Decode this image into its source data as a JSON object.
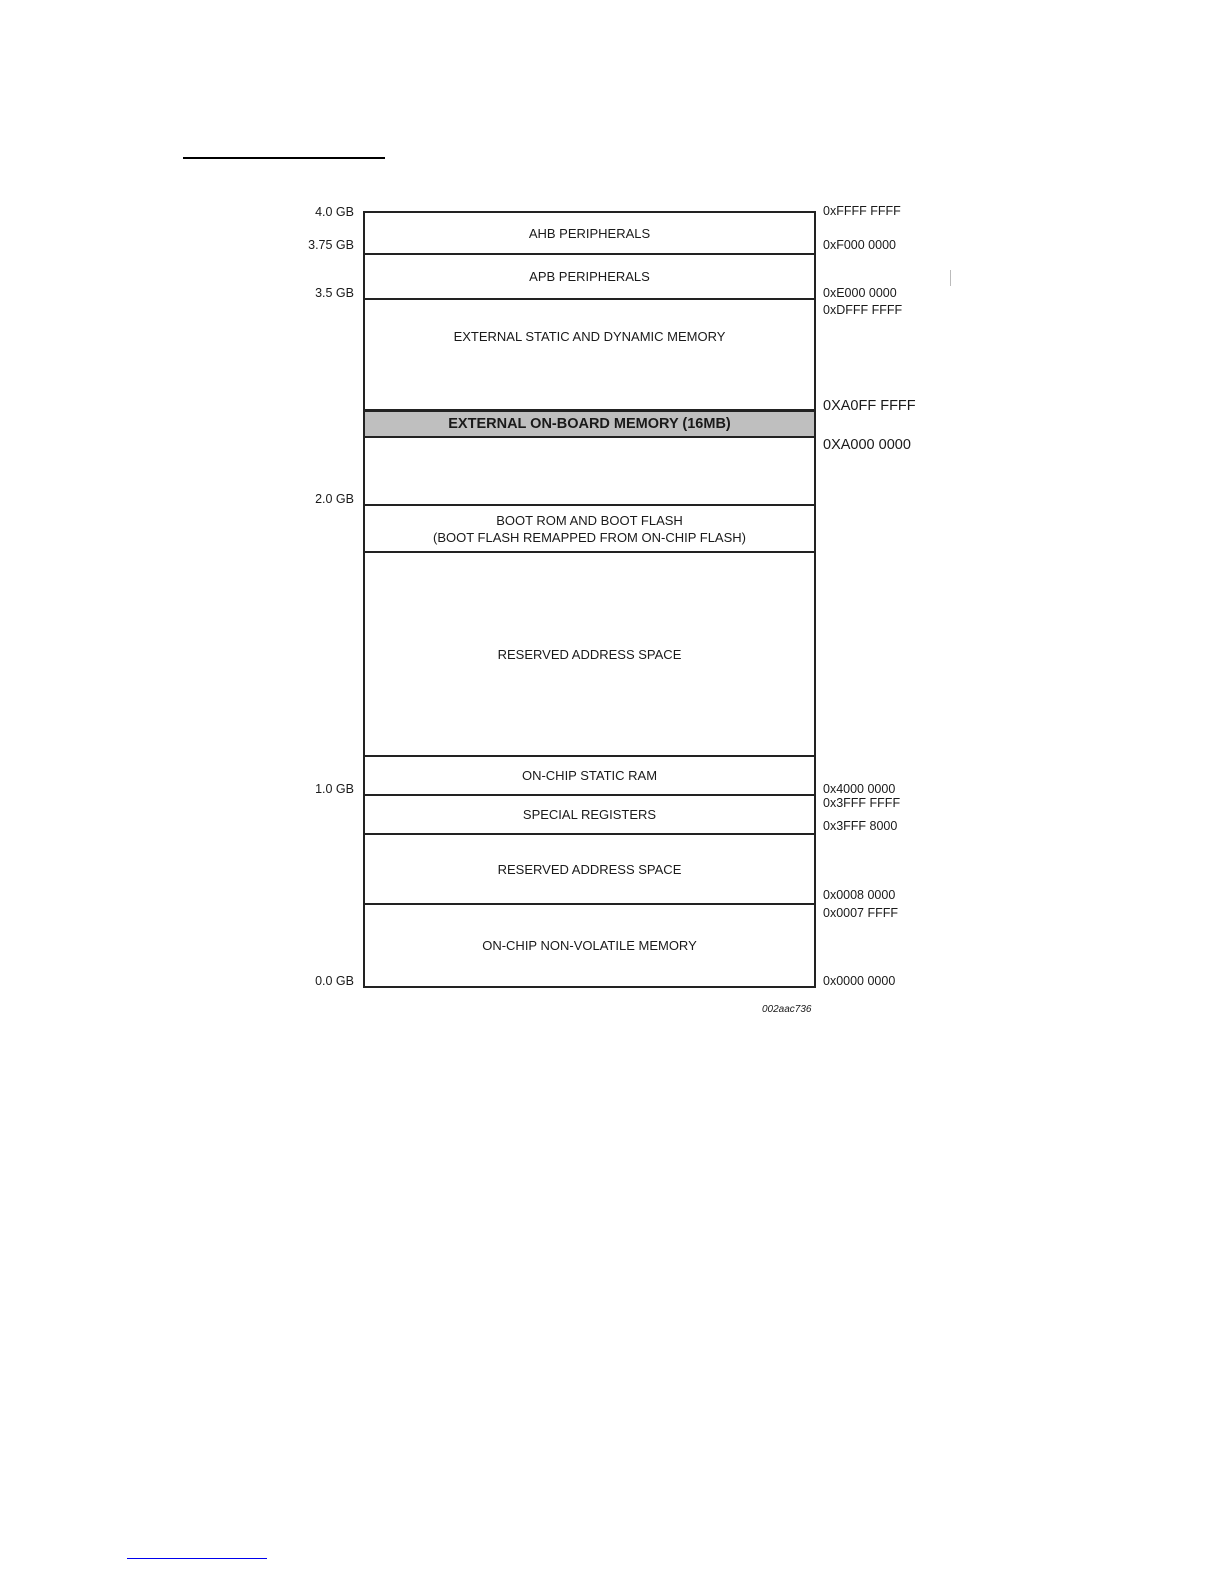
{
  "regions": [
    {
      "label1": "AHB PERIPHERALS",
      "label2": ""
    },
    {
      "label1": "APB PERIPHERALS",
      "label2": ""
    },
    {
      "label1": "EXTERNAL STATIC AND DYNAMIC MEMORY",
      "label2": ""
    },
    {
      "label1": "EXTERNAL ON-BOARD MEMORY (16MB)",
      "label2": ""
    },
    {
      "label1": "",
      "label2": ""
    },
    {
      "label1": "BOOT ROM AND BOOT FLASH",
      "label2": "(BOOT FLASH REMAPPED FROM ON-CHIP FLASH)"
    },
    {
      "label1": "RESERVED ADDRESS SPACE",
      "label2": ""
    },
    {
      "label1": "ON-CHIP STATIC RAM",
      "label2": ""
    },
    {
      "label1": "SPECIAL REGISTERS",
      "label2": ""
    },
    {
      "label1": "RESERVED ADDRESS SPACE",
      "label2": ""
    },
    {
      "label1": "ON-CHIP NON-VOLATILE MEMORY",
      "label2": ""
    }
  ],
  "left_labels": [
    "4.0 GB",
    "3.75 GB",
    "3.5 GB",
    "2.0 GB",
    "1.0 GB",
    "0.0 GB"
  ],
  "right_labels": [
    "0xFFFF FFFF",
    "0xF000 0000",
    "0xE000 0000",
    "0xDFFF FFFF",
    "0XA0FF FFFF",
    "0XA000 0000",
    "0x4000 0000",
    "0x3FFF FFFF",
    "0x3FFF 8000",
    "0x0008 0000",
    "0x0007 FFFF",
    "0x0000 0000"
  ],
  "figure_id": "002aac736",
  "highlight_color": "#bfbfbf"
}
